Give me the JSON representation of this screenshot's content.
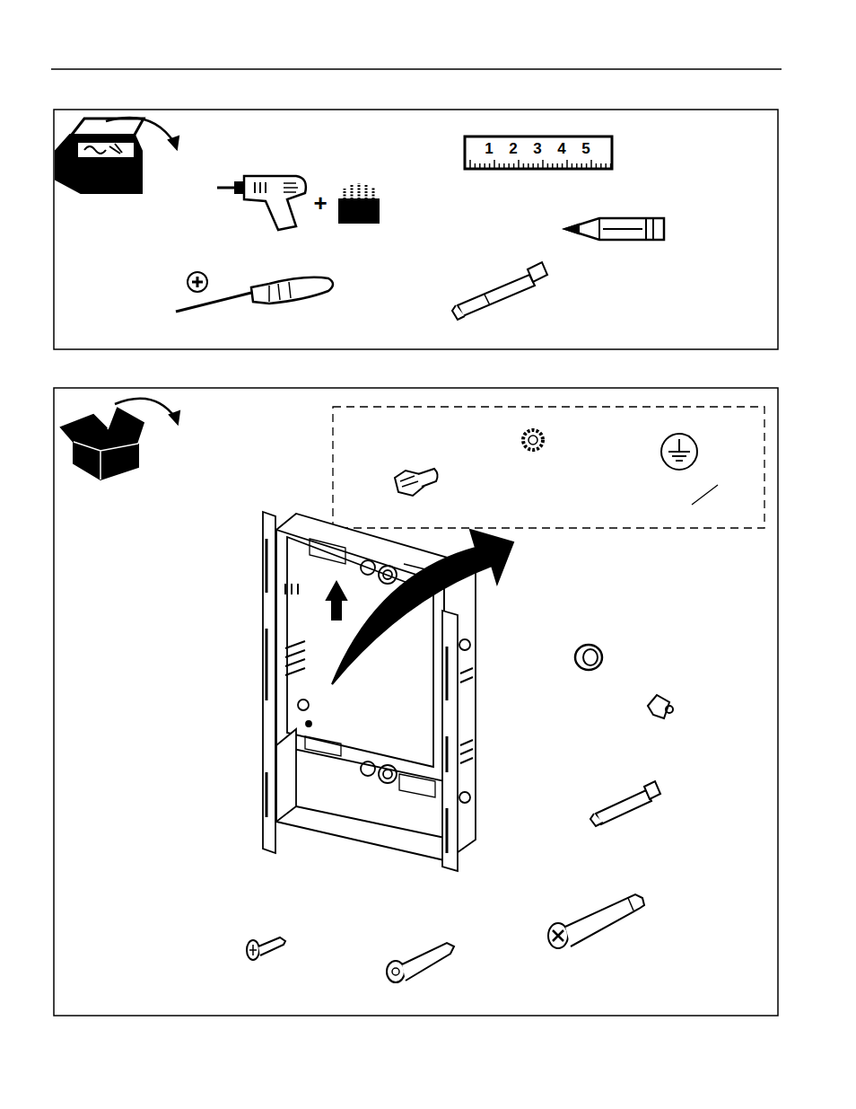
{
  "diagram": {
    "labels": [
      "+",
      "1",
      "2",
      "3",
      "4",
      "5"
    ]
  }
}
